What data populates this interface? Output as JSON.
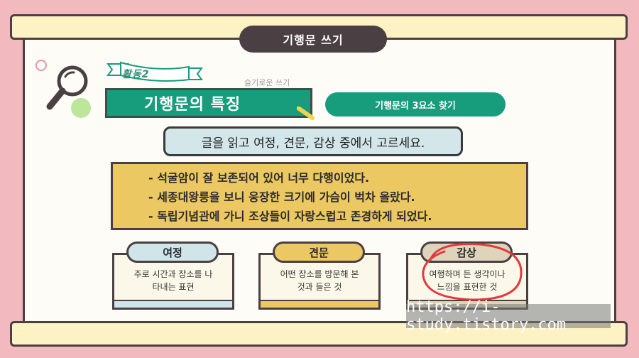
{
  "header": {
    "title": "기행문 쓰기"
  },
  "activity": {
    "ribbon_label": "활동2",
    "small_label": "슬기로운 쓰기",
    "main_title": "기행문의 특징",
    "right_pill": "기행문의 3요소 찾기"
  },
  "instruction": "글을 읽고 여정, 견문, 감상 중에서 고르세요.",
  "examples": [
    "- 석굴암이 잘 보존되어 있어 너무 다행이었다.",
    "- 세종대왕릉을 보니 웅장한 크기에 가슴이 벅차 올랐다.",
    "- 독립기념관에 가니 조상들이 자랑스럽고 존경하게 되었다."
  ],
  "cards": [
    {
      "label": "여정",
      "desc_line1": "주로 시간과 장소를 나",
      "desc_line2": "타내는 표현",
      "color": "#cfe5ea"
    },
    {
      "label": "견문",
      "desc_line1": "어떤 장소를 방문해 본",
      "desc_line2": "것과 들은 것",
      "color": "#ecc863"
    },
    {
      "label": "감상",
      "desc_line1": "여행하며 든 생각이나",
      "desc_line2": "느낌을 표현한 것",
      "color": "#ded4bb"
    }
  ],
  "watermark": "https://i-study.tistory.com",
  "colors": {
    "background": "#f2b9bf",
    "accent_green": "#179c7c",
    "yellow": "#ecc863",
    "annotation_red": "#e0393e"
  }
}
